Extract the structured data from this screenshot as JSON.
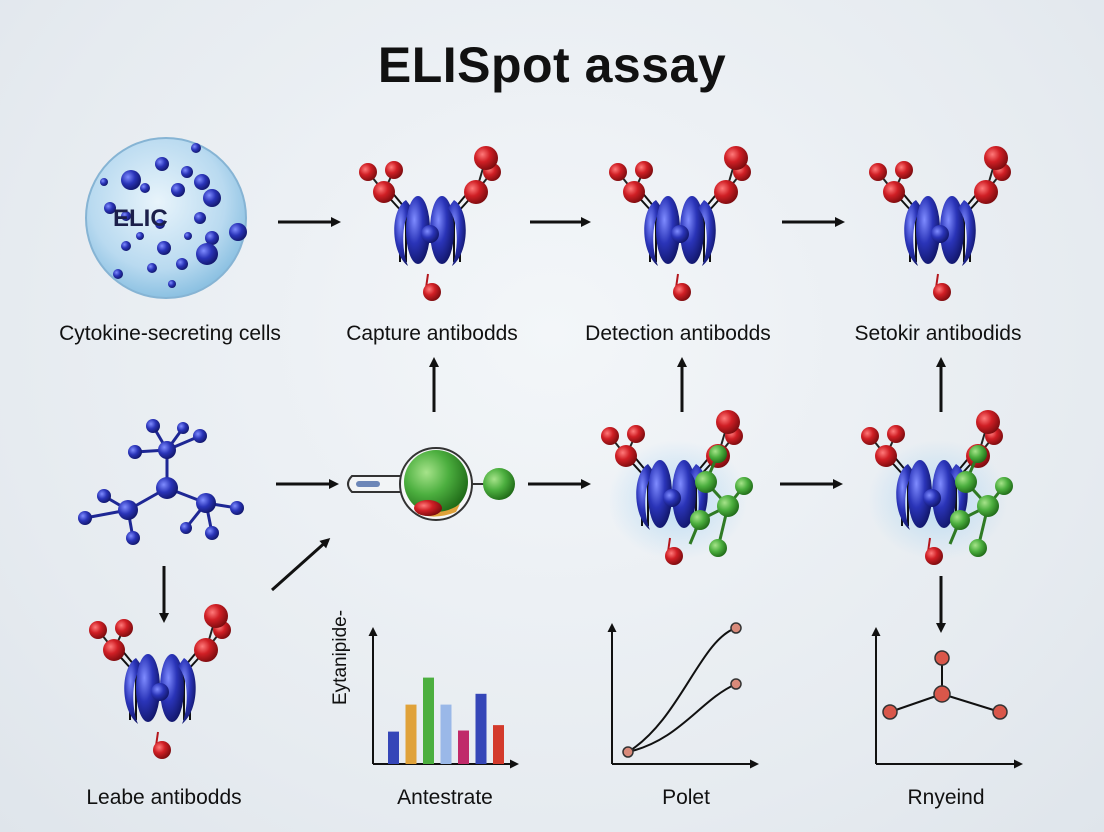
{
  "title": "ELISpot assay",
  "cell_label": "ELIC",
  "labels": {
    "row1": [
      "Cytokine-secreting cells",
      "Capture antibodds",
      "Detection antibodds",
      "Setokir antibodids"
    ],
    "row3": [
      "Leabe antibodds",
      "Antestrate",
      "Polet",
      "Rnyeind"
    ]
  },
  "chart_ylabel": "Eytanipide-",
  "bar_chart": {
    "type": "bar",
    "values": [
      30,
      55,
      80,
      55,
      31,
      65,
      36
    ],
    "colors": [
      "#3546b8",
      "#e0a23a",
      "#4caf3f",
      "#9ab8e8",
      "#c02a6a",
      "#3546b8",
      "#d33a2c"
    ]
  },
  "colors": {
    "antibody_blue": "#2a34b8",
    "atom_red": "#d01f25",
    "atom_green": "#4caf3f",
    "arrow": "#111111"
  },
  "icons": [
    "cell-sphere-icon",
    "antibody-icon",
    "molecule-icon",
    "bead-icon",
    "arrow-icon",
    "line-graph-icon",
    "network-graph-icon"
  ]
}
